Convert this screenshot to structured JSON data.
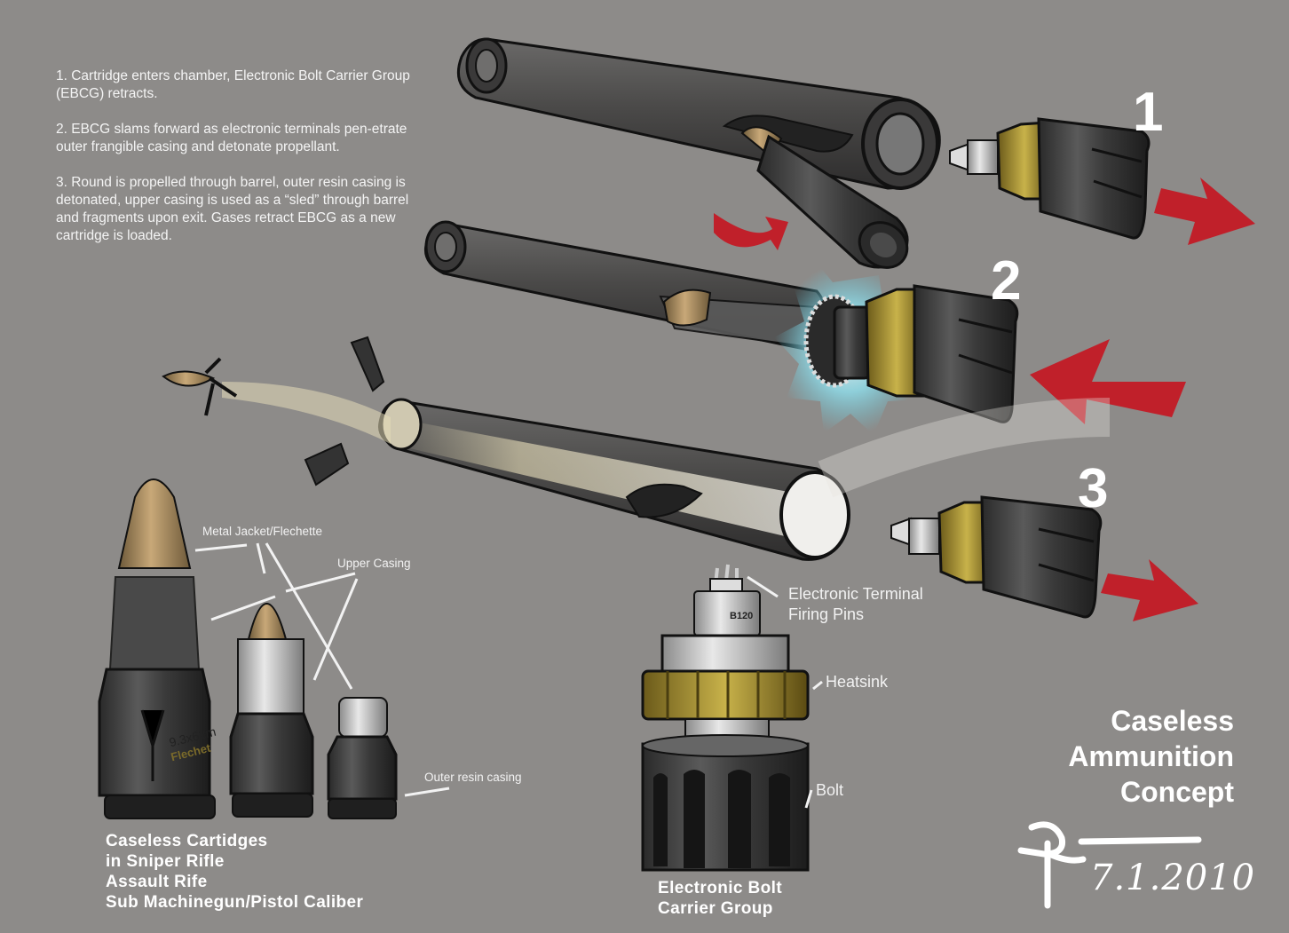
{
  "instructions": {
    "step1": "1. Cartridge enters chamber, Electronic Bolt Carrier Group (EBCG) retracts.",
    "step2": "2. EBCG slams forward as electronic terminals pen-etrate outer frangible casing and detonate propellant.",
    "step3": "3. Round is propelled through barrel, outer resin casing is detonated, upper casing is used as a “sled” through barrel and fragments upon exit. Gases retract EBCG as a new cartridge is loaded."
  },
  "step_numbers": [
    "1",
    "2",
    "3"
  ],
  "cartridge_labels": {
    "metal_jacket": "Metal Jacket/Flechette",
    "upper_casing": "Upper Casing",
    "outer_resin": "Outer resin casing",
    "marking_line1": "9.3x62m",
    "marking_line2": "Flechet"
  },
  "cartridges_caption": [
    "Caseless Cartidges",
    "in Sniper Rifle",
    "Assault Rife",
    "Sub Machinegun/Pistol Caliber"
  ],
  "ebcg_labels": {
    "firing_pins": [
      "Electronic Terminal",
      "Firing Pins"
    ],
    "heatsink": "Heatsink",
    "bolt": "Bolt",
    "pin_marking": "B120"
  },
  "ebcg_caption": [
    "Electronic Bolt",
    "Carrier Group"
  ],
  "title": [
    "Caseless",
    "Ammunition",
    "Concept"
  ],
  "signature": {
    "date": "7.1.2010"
  },
  "colors": {
    "background": "#8d8b89",
    "arrow_red": "#c0202a",
    "brass": "#a88a5a",
    "heatsink_gold": "#9c8a2a",
    "spark_blue": "#7fd6e4"
  }
}
